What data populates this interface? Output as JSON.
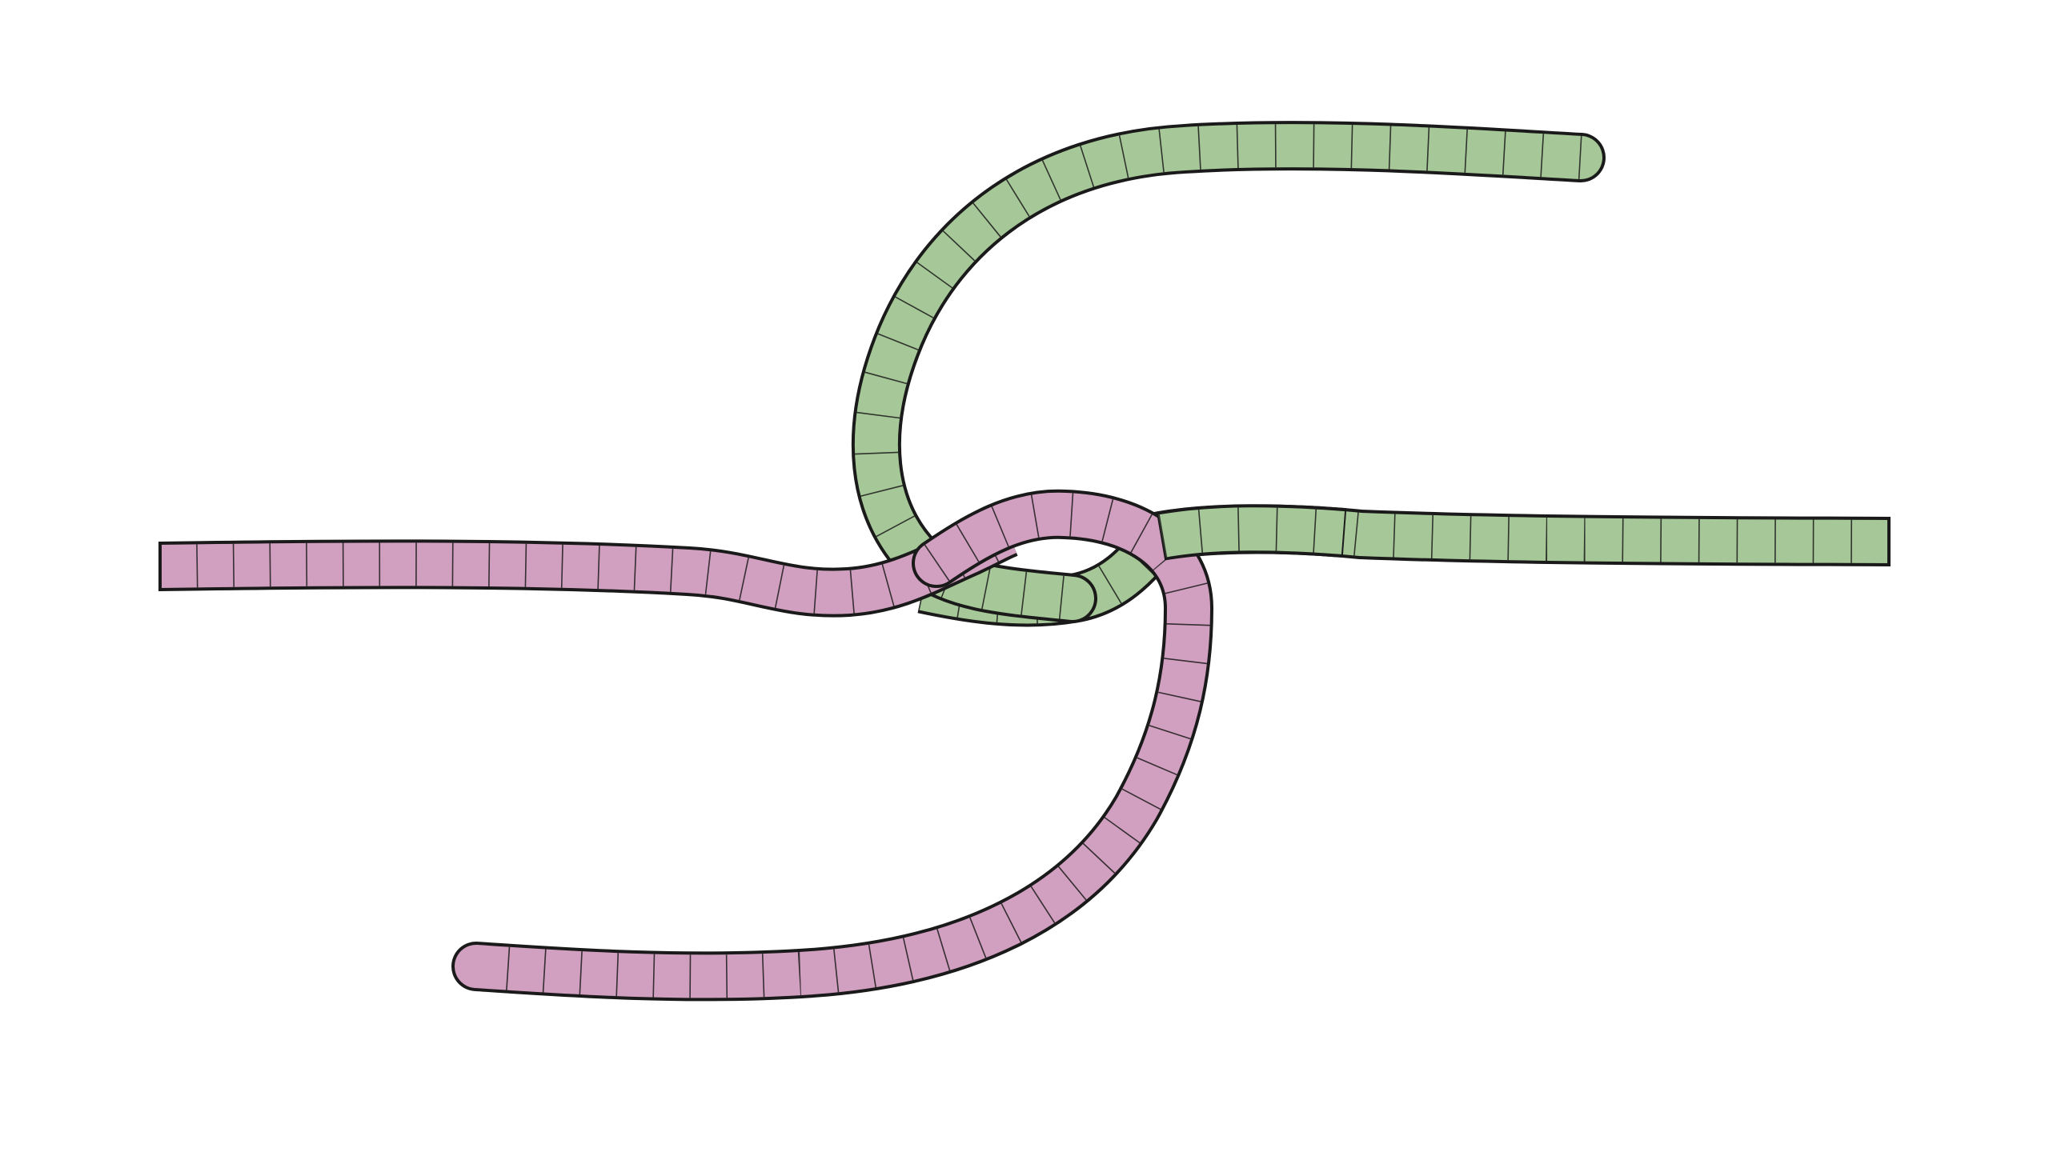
{
  "diagram": {
    "type": "knot-illustration",
    "background": "#ffffff",
    "ropes": [
      {
        "id": "green-rope",
        "color": "#a6c797",
        "outline": "#1a1a1a"
      },
      {
        "id": "pink-rope",
        "color": "#d19fbf",
        "outline": "#1a1a1a"
      }
    ]
  }
}
